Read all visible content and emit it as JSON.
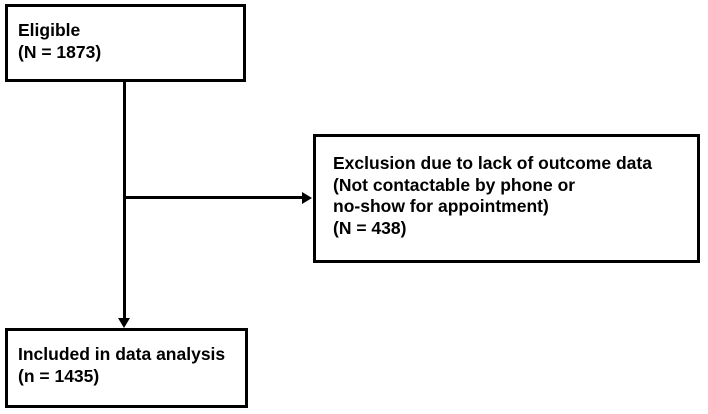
{
  "figure": {
    "type": "participant-flow-diagram",
    "boxes": {
      "eligible": {
        "lines": [
          "Eligible",
          "(N = 1873)"
        ]
      },
      "exclusion": {
        "lines": [
          "Exclusion due to lack of outcome data",
          "(Not contactable by phone or",
          "no-show for appointment)",
          "(N = 438)"
        ]
      },
      "included": {
        "lines": [
          "Included in data analysis",
          "(n = 1435)"
        ]
      }
    },
    "colors": {
      "background": "#ffffff",
      "box_border": "#000000",
      "text": "#000000",
      "arrow": "#000000"
    }
  }
}
